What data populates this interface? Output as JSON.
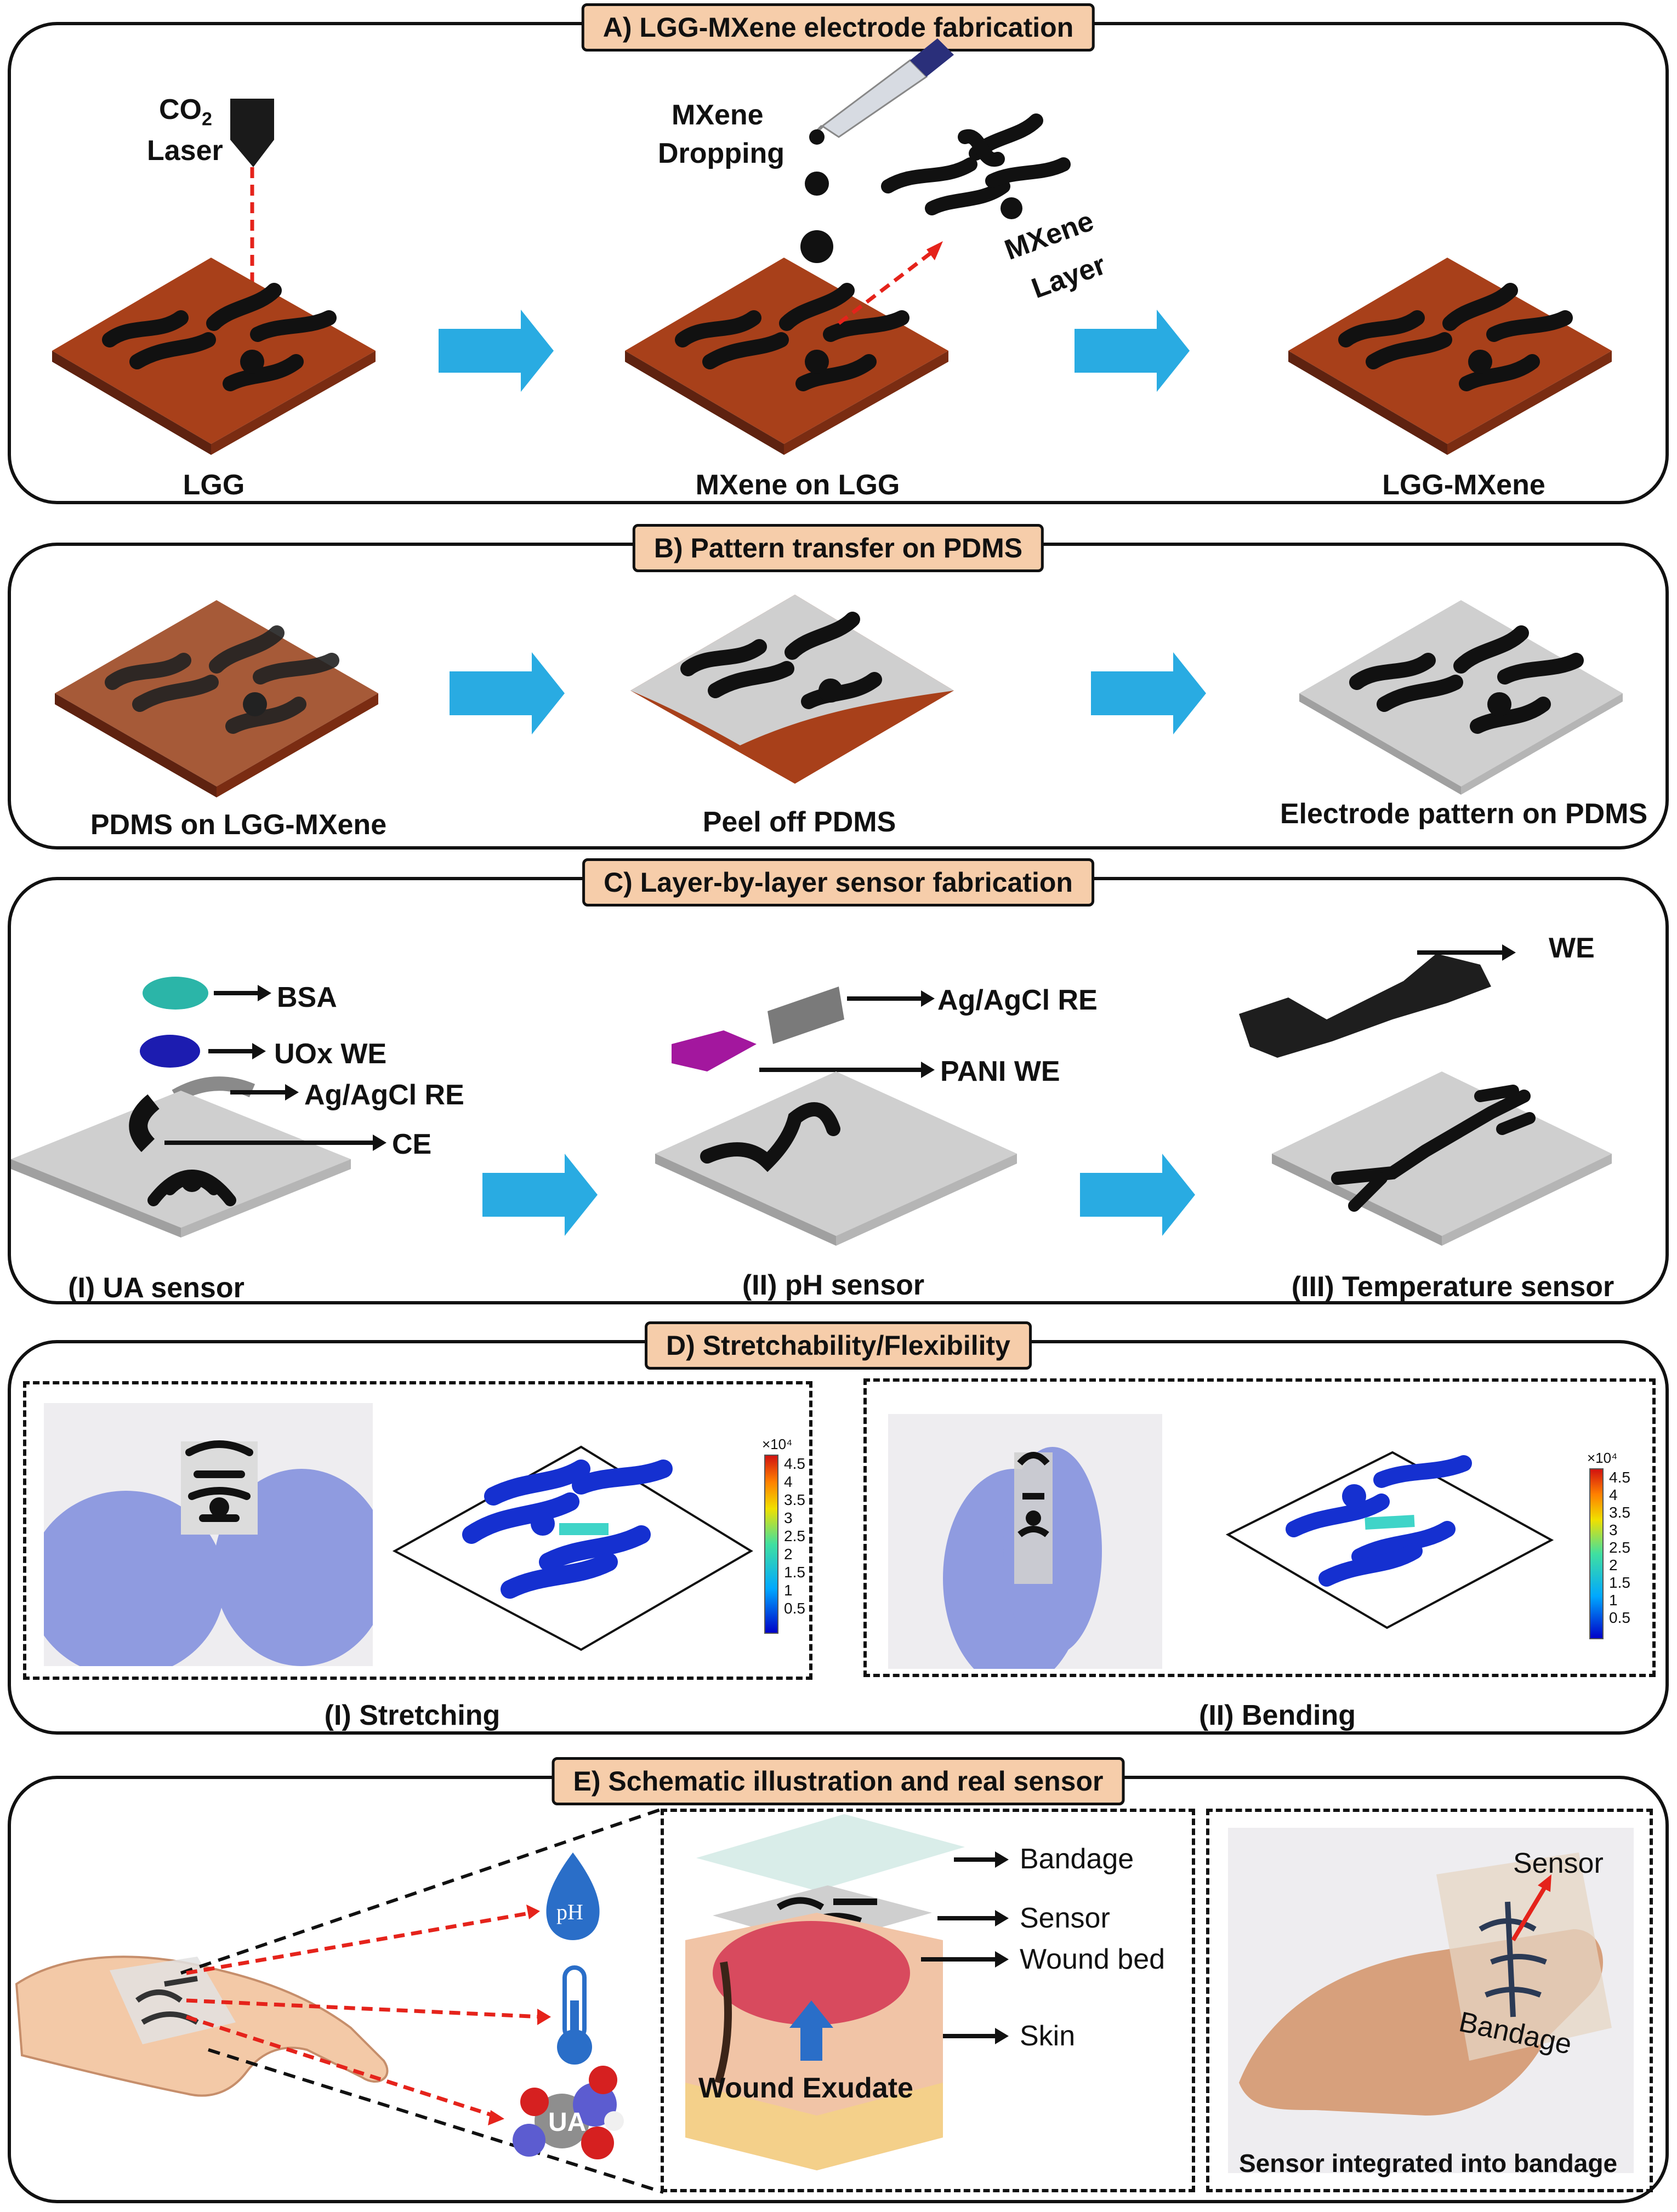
{
  "panels": {
    "a": {
      "title": "A) LGG-MXene electrode fabrication",
      "co2_laser": "CO",
      "co2_sub": "2",
      "laser": "Laser",
      "mxene_dropping_1": "MXene",
      "mxene_dropping_2": "Dropping",
      "mxene_layer_1": "MXene",
      "mxene_layer_2": "Layer",
      "step1": "LGG",
      "step2": "MXene on LGG",
      "step3": "LGG-MXene"
    },
    "b": {
      "title": "B) Pattern transfer on PDMS",
      "step1": "PDMS on LGG-MXene",
      "step2": "Peel off PDMS",
      "step3": "Electrode pattern on PDMS"
    },
    "c": {
      "title": "C) Layer-by-layer sensor fabrication",
      "bsa": "BSA",
      "uox": "UOx WE",
      "agcl_1": "Ag/AgCl RE",
      "ce": "CE",
      "agcl_2": "Ag/AgCl RE",
      "pani": "PANI WE",
      "we": "WE",
      "step1": "(I) UA sensor",
      "step2": "(II) pH sensor",
      "step3": "(III) Temperature sensor"
    },
    "d": {
      "title": "D) Stretchability/Flexibility",
      "colorbar_exp": "×10⁴",
      "colorbar_ticks": [
        "4.5",
        "4",
        "3.5",
        "3",
        "2.5",
        "2",
        "1.5",
        "1",
        "0.5"
      ],
      "step1": "(I) Stretching",
      "step2": "(II) Bending"
    },
    "e": {
      "title": "E) Schematic illustration and real sensor",
      "ph": "pH",
      "ua": "UA",
      "bandage": "Bandage",
      "sensor": "Sensor",
      "wound_bed": "Wound bed",
      "skin": "Skin",
      "wound_exudate": "Wound Exudate",
      "photo_sensor": "Sensor",
      "photo_bandage": "Bandage",
      "photo_caption": "Sensor integrated into bandage"
    }
  },
  "colors": {
    "lgg": "#a8401a",
    "pdms": "#cfcfcf",
    "arrow": "#29abe2",
    "title_bg": "#f6cdaa",
    "laser_red": "#e5231b",
    "glove": "#8f9be0",
    "bsa": "#2bb5a8",
    "uox": "#1c1cb0",
    "pani": "#a3179e"
  }
}
